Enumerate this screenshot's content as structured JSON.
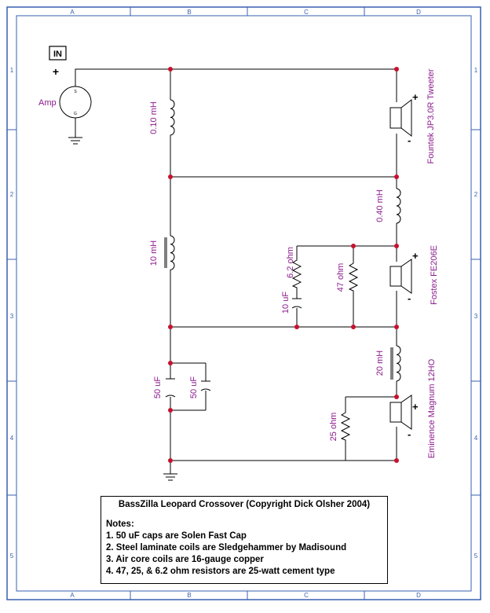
{
  "frame": {
    "columns": [
      "A",
      "B",
      "C",
      "D"
    ],
    "rows": [
      "1",
      "2",
      "3",
      "4",
      "5"
    ],
    "border_color": "#3a5fb0",
    "wire_color": "#000000",
    "node_color": "#c8102e",
    "label_color": "#8b1a8b"
  },
  "input": {
    "box_label": "IN",
    "plus": "+",
    "source_label": "Amp",
    "pin_top": "S",
    "pin_bottom": "G"
  },
  "tweeter": {
    "label": "Fountek JP3.0R Tweeter",
    "plus": "+",
    "minus": "-"
  },
  "midrange": {
    "label": "Fostex FE206E",
    "plus": "+",
    "minus": "-"
  },
  "woofer": {
    "label": "Eminence Magnum 12HO",
    "plus": "+",
    "minus": "-"
  },
  "components": {
    "l1": "0.10 mH",
    "l2": "10 mH",
    "l3": "0.40 mH",
    "l4": "20 mH",
    "r_62": "6.2 ohm",
    "c_10": "10 uF",
    "r_47": "47 ohm",
    "c_50a": "50 uF",
    "c_50b": "50 uF",
    "r_25": "25 ohm"
  },
  "notes": {
    "title": "BassZilla Leopard Crossover (Copyright Dick Olsher 2004)",
    "heading": "Notes:",
    "items": [
      "1. 50 uF caps are Solen Fast Cap",
      "2. Steel laminate coils are Sledgehammer by Madisound",
      "3. Air core coils are 16-gauge copper",
      "4. 47, 25, & 6.2 ohm resistors are 25-watt cement type"
    ]
  }
}
